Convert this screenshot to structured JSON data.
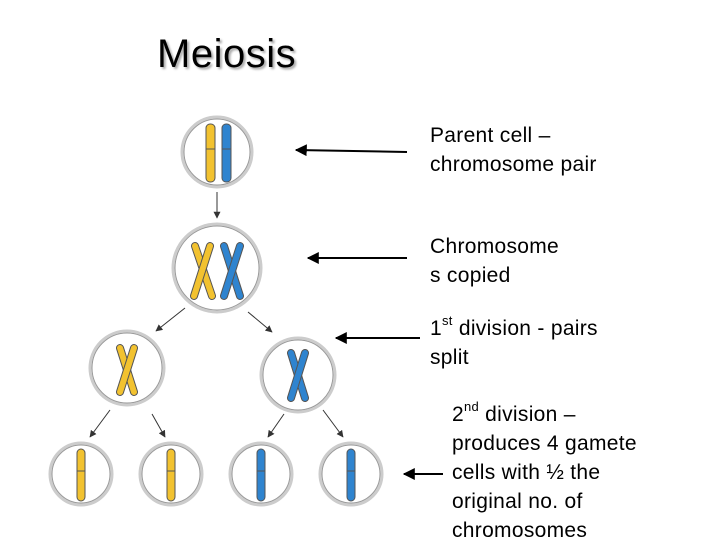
{
  "title": "Meiosis",
  "labels": {
    "parent": {
      "line1": "Parent cell –",
      "line2": "chromosome pair"
    },
    "copied": {
      "line1": "Chromosome",
      "line2": "s copied"
    },
    "first": {
      "ord_num": "1",
      "ord_sup": "st",
      "rest1": " division - pairs",
      "line2": "split"
    },
    "second": {
      "ord_num": "2",
      "ord_sup": "nd",
      "rest1": " division –",
      "line2": "produces 4 gamete",
      "line3": "cells with ½ the",
      "line4": "original no. of",
      "line5": "chromosomes"
    }
  },
  "colors": {
    "maternal": "#f2c230",
    "paternal": "#2f84cf",
    "outline": "#444444",
    "membrane": "#cfcfcf"
  }
}
